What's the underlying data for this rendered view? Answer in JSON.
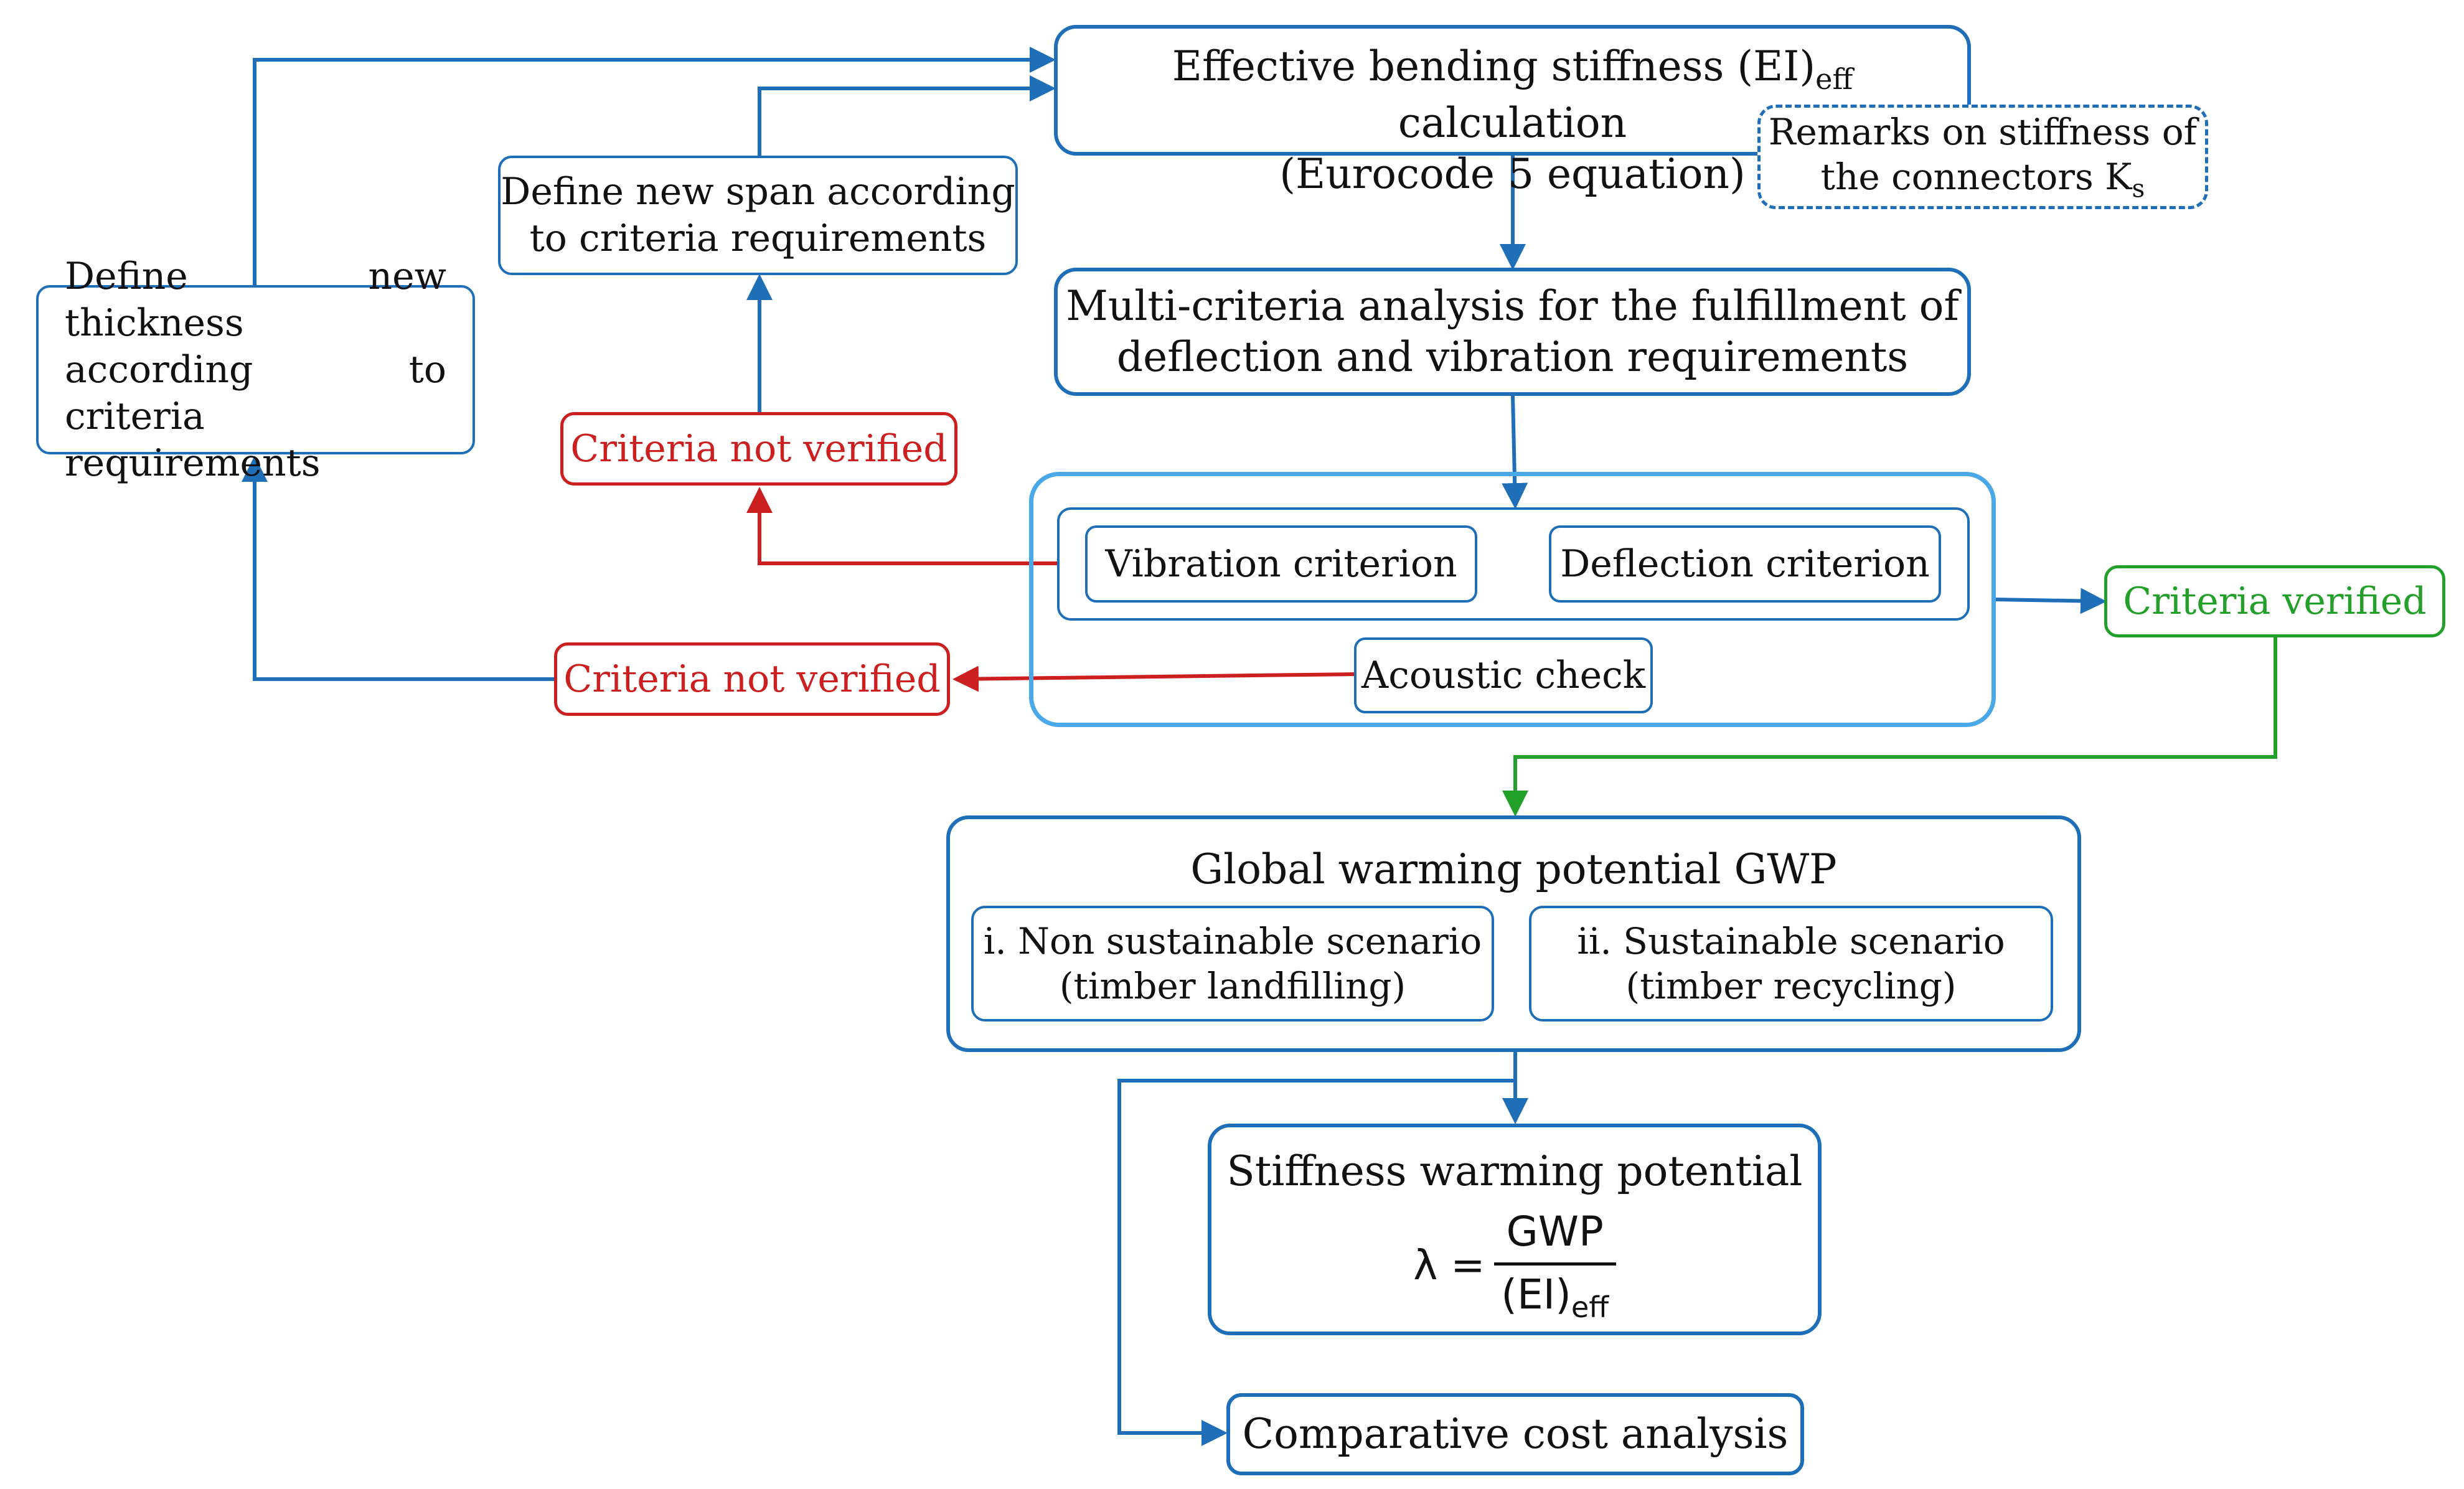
{
  "nodes": {
    "ei_calc": {
      "line1_pre": "Effective bending stiffness (EI)",
      "line1_sub": "eff",
      "line1_post": " calculation",
      "line2": "(Eurocode 5 equation)"
    },
    "remarks": {
      "line1": "Remarks on stiffness of",
      "line2_pre": "the connectors K",
      "line2_sub": "s"
    },
    "new_span": {
      "line1": "Define new span according",
      "line2": "to criteria requirements"
    },
    "new_thickness": {
      "line1": "Define new  thickness",
      "line2": "according  to  criteria",
      "line3": "requirements"
    },
    "multi_criteria": {
      "line1": "Multi-criteria analysis for the fulfillment of",
      "line2": "deflection and vibration requirements"
    },
    "not_verified_1": "Criteria not verified",
    "not_verified_2": "Criteria not verified",
    "vibration": "Vibration criterion",
    "deflection": "Deflection criterion",
    "acoustic": "Acoustic check",
    "verified": "Criteria verified",
    "gwp": {
      "title": "Global warming potential GWP",
      "scenario1": {
        "line1": "i. Non sustainable scenario",
        "line2": "(timber landfilling)"
      },
      "scenario2": {
        "line1": "ii. Sustainable scenario",
        "line2": "(timber recycling)"
      }
    },
    "swp": {
      "title": "Stiffness warming potential",
      "lhs": "λ =",
      "numerator": "GWP",
      "denominator_pre": "(EI)",
      "denominator_sub": "eff"
    },
    "cost": "Comparative cost analysis"
  },
  "colors": {
    "blue": "#1f6fb8",
    "light_blue": "#4aa8e8",
    "red": "#cc1f1f",
    "green": "#22a02a"
  }
}
